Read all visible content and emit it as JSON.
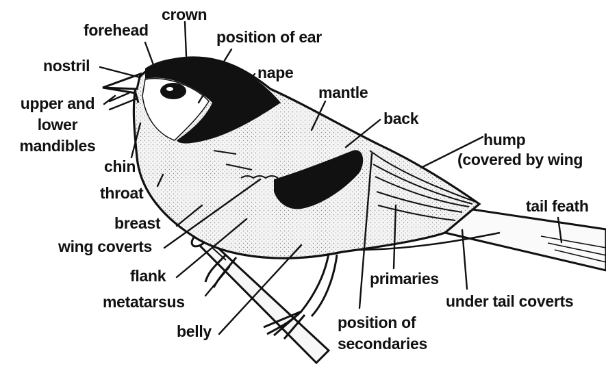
{
  "labels": {
    "crown": "crown",
    "forehead": "forehead",
    "position_of_ear": "position of ear",
    "nostril": "nostril",
    "nape": "nape",
    "mandibles_line1": "upper and",
    "mandibles_line2": "lower",
    "mandibles_line3": "mandibles",
    "mantle": "mantle",
    "back": "back",
    "hump_line1": "hump",
    "hump_line2": "(covered by wing",
    "chin": "chin",
    "throat": "throat",
    "tail_feathers": "tail feath",
    "breast": "breast",
    "wing_coverts": "wing coverts",
    "flank": "flank",
    "primaries": "primaries",
    "metatarsus": "metatarsus",
    "under_tail_coverts": "under tail coverts",
    "belly": "belly",
    "secondaries_line1": "position of",
    "secondaries_line2": "secondaries"
  },
  "colors": {
    "ink": "#111111",
    "body_fill": "#f0f0f0",
    "cap_fill": "#111111"
  }
}
